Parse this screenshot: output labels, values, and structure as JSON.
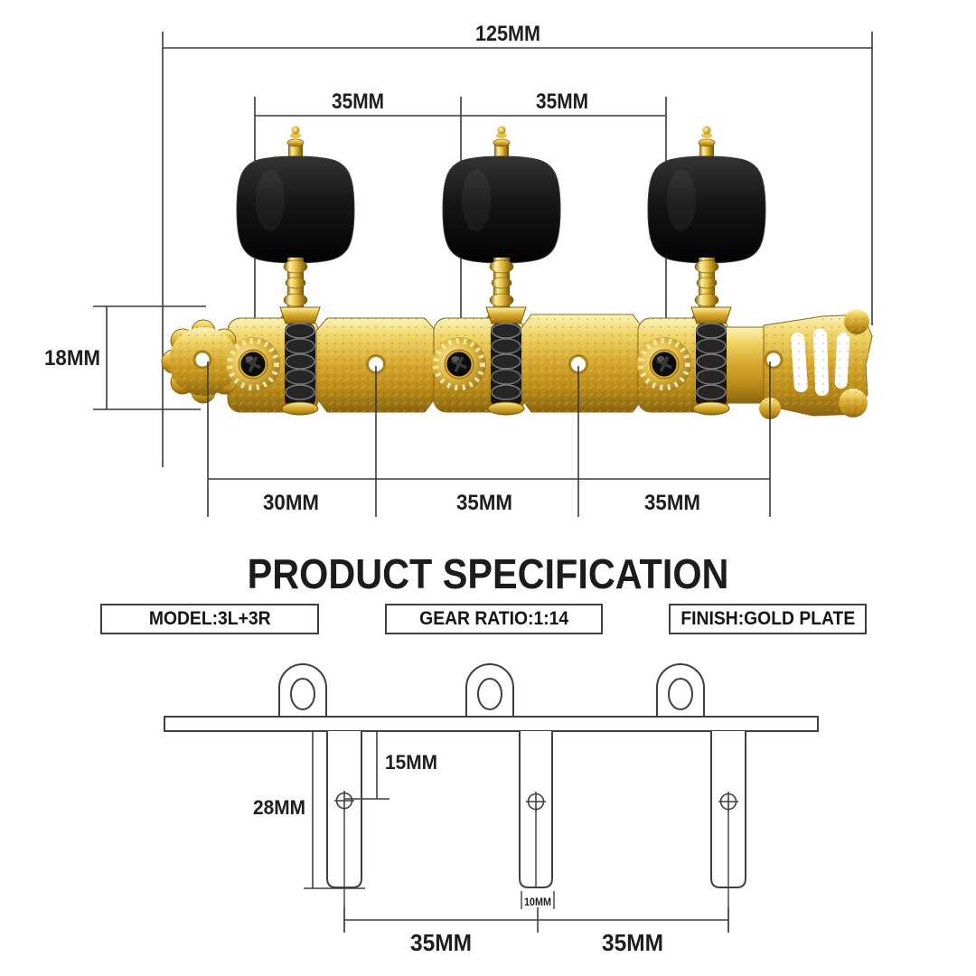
{
  "photo_diagram": {
    "dim_overall": "125MM",
    "dim_top_left": "35MM",
    "dim_top_right": "35MM",
    "dim_plate_height": "18MM",
    "dim_bottom_left": "30MM",
    "dim_bottom_mid": "35MM",
    "dim_bottom_right": "35MM"
  },
  "spec_section": {
    "title": "PRODUCT SPECIFICATION",
    "boxes": [
      {
        "label": "MODEL:3L+3R"
      },
      {
        "label": "GEAR RATIO:1:14"
      },
      {
        "label": "FINISH:GOLD PLATE"
      }
    ]
  },
  "tech_drawing": {
    "dim_hole_offset": "15MM",
    "dim_post_length": "28MM",
    "dim_post_width": "10MM",
    "dim_spacing_left": "35MM",
    "dim_spacing_right": "35MM"
  },
  "colors": {
    "gold": "#d4a62f",
    "gold_light": "#f6e48c",
    "gold_dark": "#8a6410",
    "button_black": "#121212",
    "line": "#3a3a3a"
  }
}
